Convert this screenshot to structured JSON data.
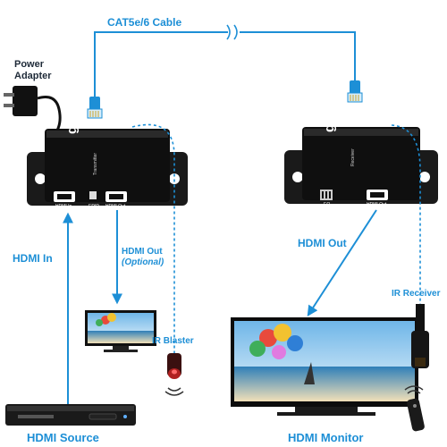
{
  "diagram": {
    "cable_label": "CAT5e/6 Cable",
    "power_adapter_line1": "Power",
    "power_adapter_line2": "Adapter",
    "brand": "gofanco",
    "transmitter_tag": "Transmitter",
    "receiver_tag": "Receiver",
    "tx_port_hdmi_in": "HDMI In",
    "tx_port_edid": "EDID",
    "tx_port_hdmi_out": "HDMI Out",
    "rx_port_eq": "EQ",
    "rx_port_hdmi_out": "HDMI Out",
    "hdmi_in": "HDMI In",
    "hdmi_out_optional_line1": "HDMI Out",
    "hdmi_out_optional_line2": "(Optional)",
    "hdmi_out_rx": "HDMI Out",
    "ir_blaster": "IR Blaster",
    "ir_receiver": "IR Receiver",
    "hdmi_source": "HDMI Source",
    "hdmi_monitor": "HDMI Monitor"
  },
  "colors": {
    "accent_blue": "#1d8fd6",
    "device_black": "#1a1a1a",
    "label_dark": "#1e2a38"
  }
}
